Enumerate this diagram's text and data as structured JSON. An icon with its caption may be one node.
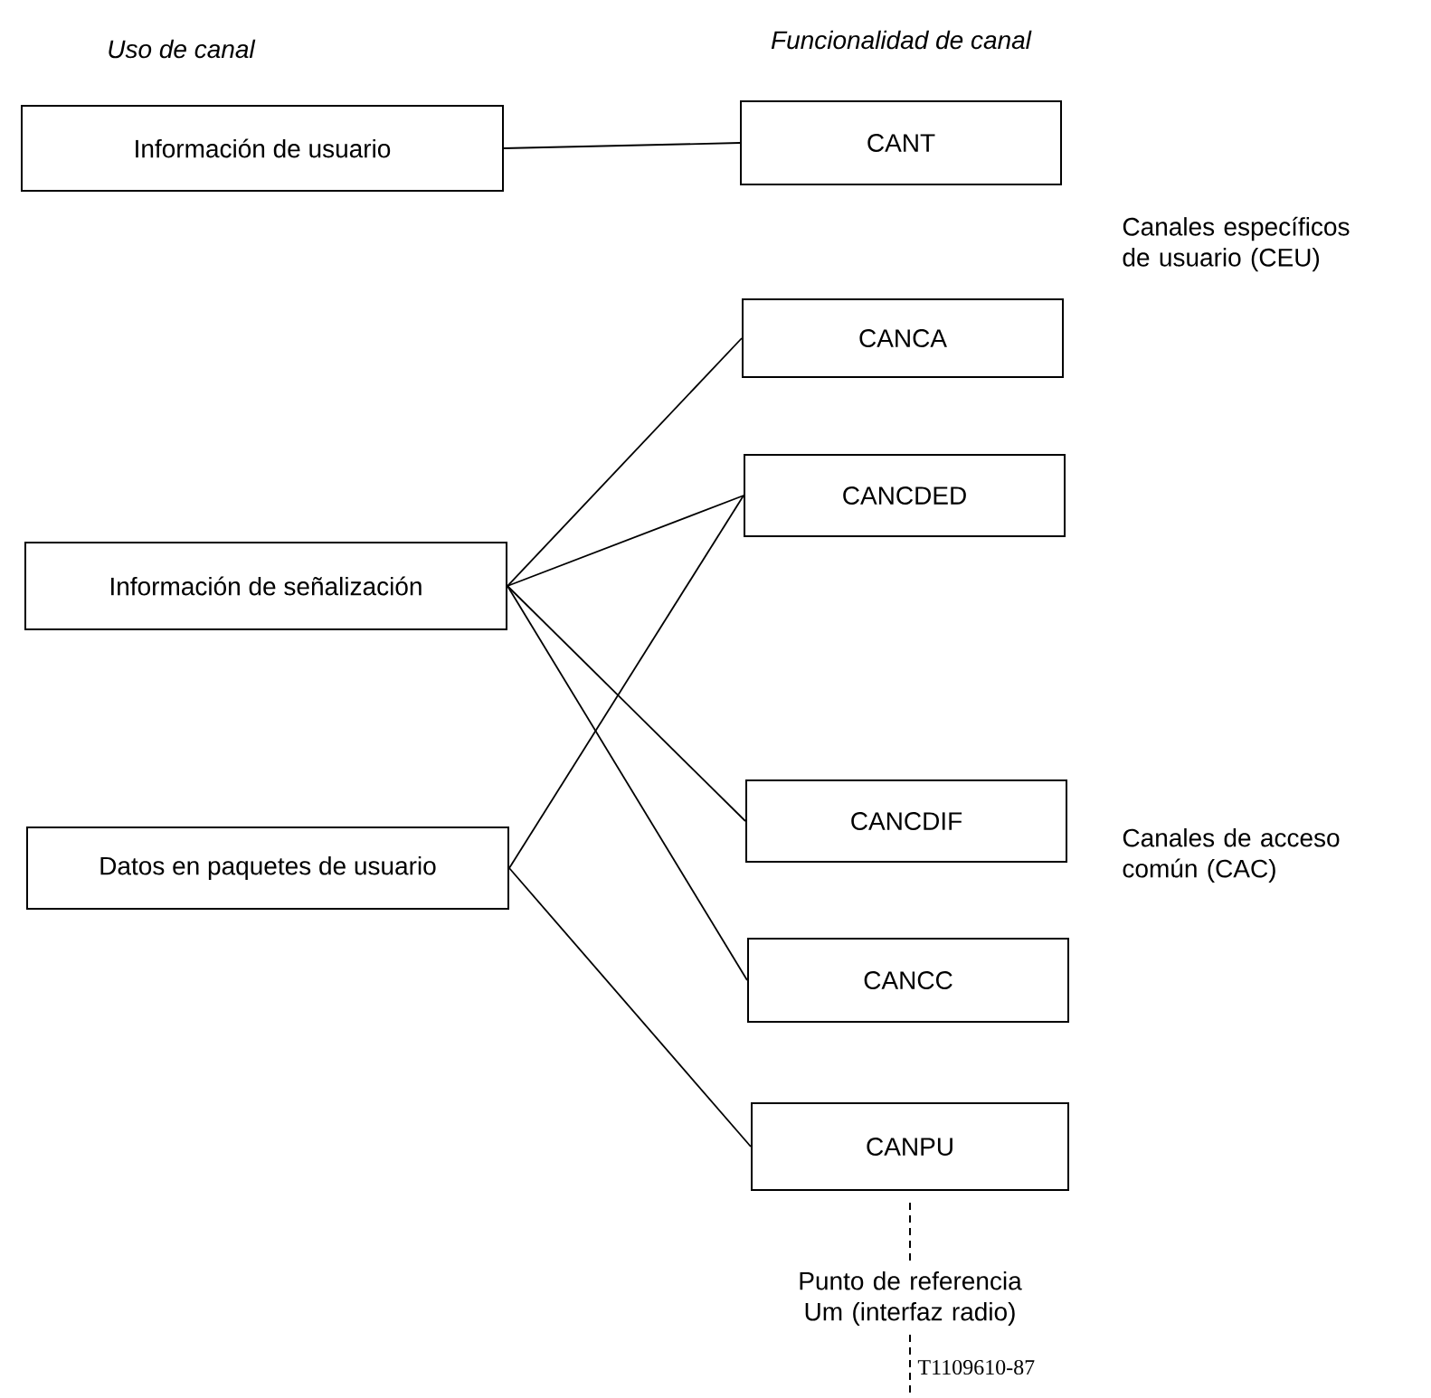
{
  "diagram": {
    "nodes": [
      {
        "text": [
          "Información de usuario"
        ]
      },
      {
        "text": [
          "Información de señalización"
        ]
      },
      {
        "text": [
          "Datos en paquetes de usuario"
        ]
      },
      {
        "text": [
          "CANT"
        ]
      },
      {
        "text": [
          "CANCA"
        ]
      },
      {
        "text": [
          "CANCDED"
        ]
      },
      {
        "text": [
          "CANCDIF"
        ]
      },
      {
        "text": [
          "CANCC"
        ]
      },
      {
        "text": [
          "CANPU"
        ]
      }
    ],
    "edges": [
      {
        "from": 0,
        "to": 3,
        "arrow": "none"
      },
      {
        "from": 1,
        "to": 4,
        "arrow": "none"
      },
      {
        "from": 1,
        "to": 5,
        "arrow": "none"
      },
      {
        "from": 1,
        "to": 6,
        "arrow": "none"
      },
      {
        "from": 1,
        "to": 7,
        "arrow": "none"
      },
      {
        "from": 2,
        "to": 5,
        "arrow": "none"
      },
      {
        "from": 2,
        "to": 8,
        "arrow": "none"
      }
    ],
    "labels": [
      "Uso de canal",
      "Funcionalidad de canal",
      "Canales específicos de usuario (CEU)",
      "Canales de acceso común (CAC)",
      "Punto de referencia Um (interfaz radio)",
      "T1109610-87"
    ]
  }
}
